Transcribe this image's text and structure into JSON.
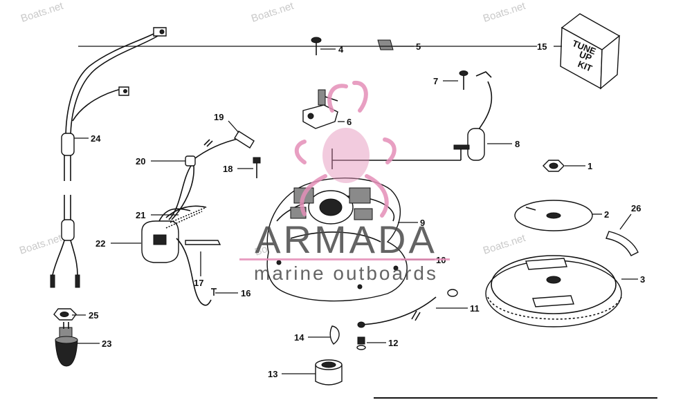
{
  "watermarks": {
    "site": "Boats.net",
    "site_c": "Boats.net ©"
  },
  "brand": {
    "name": "ARMADA",
    "tagline": "marine outboards",
    "accent": "#e48fb8",
    "text_color": "#4a4a4a"
  },
  "kit_box": {
    "line1": "TUNE",
    "line2": "UP",
    "line3": "KIT"
  },
  "callouts": {
    "c1": "1",
    "c2": "2",
    "c3": "3",
    "c4": "4",
    "c5": "5",
    "c6": "6",
    "c7": "7",
    "c8": "8",
    "c9": "9",
    "c10": "10",
    "c11": "11",
    "c12": "12",
    "c13": "13",
    "c14": "14",
    "c15": "15",
    "c16": "16",
    "c17": "17",
    "c18": "18",
    "c19": "19",
    "c20": "20",
    "c21": "21",
    "c22": "22",
    "c23": "23",
    "c24": "24",
    "c25": "25",
    "c26": "26"
  }
}
